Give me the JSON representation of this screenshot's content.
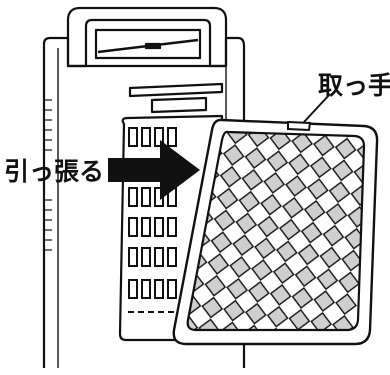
{
  "labels": {
    "pull": "引っ張る",
    "handle": "取っ手"
  },
  "icons": [
    "air-cooler-unit-outline",
    "filter-frame-icon",
    "pull-arrow-icon",
    "handle-leader-line"
  ],
  "colors": {
    "stroke": "#111111",
    "filter_mesh_fill": "#cfcfcf",
    "background": "#ffffff"
  }
}
